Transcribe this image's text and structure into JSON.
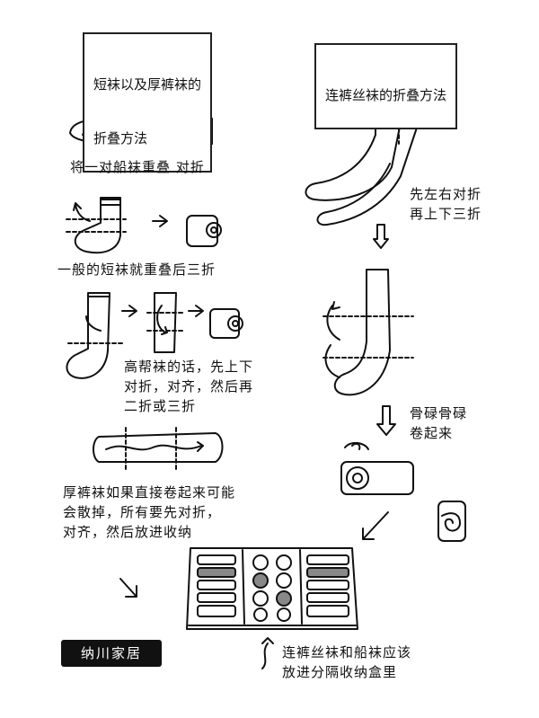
{
  "left_column": {
    "title_line1": "短袜以及厚裤袜的",
    "title_line2": "折叠方法",
    "step1": "将一对船袜重叠 对折",
    "step2": "一般的短袜就重叠后三折",
    "step3_line1": "高帮袜的话，先上下",
    "step3_line2": "对折，对齐，然后再",
    "step3_line3": "二折或三折",
    "step4_line1": "厚裤袜如果直接卷起来可能",
    "step4_line2": "会散掉，所有要先对折，",
    "step4_line3": "对齐，然后放进收纳"
  },
  "right_column": {
    "title": "连裤丝袜的折叠方法",
    "step1_line1": "先左右对折",
    "step1_line2": "再上下三折",
    "step2_line1": "骨碌骨碌",
    "step2_line2": "卷起来",
    "final_line1": "连裤丝袜和船袜应该",
    "final_line2": "放进分隔收纳盒里"
  },
  "brand": "纳川家居",
  "colors": {
    "ink": "#111111",
    "gray_stripe": "#888888",
    "paper": "#ffffff"
  }
}
